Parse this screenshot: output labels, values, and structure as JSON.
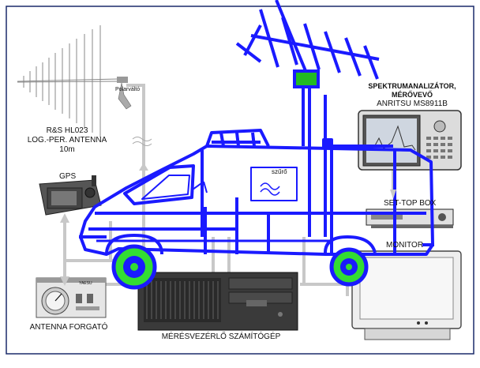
{
  "labels": {
    "antenna_line1": "R&S HL023",
    "antenna_line2": "LOG.-PER. ANTENNA",
    "antenna_line3": "10m",
    "polarizer": "Polarváltó",
    "gps": "GPS",
    "spectrum_line1": "SPEKTRUMANALIZÁTOR,",
    "spectrum_line2": "MÉRŐVEVŐ",
    "spectrum_line3": "ANRITSU MS8911B",
    "settop": "SET-TOP BOX",
    "monitor": "MONITOR",
    "filter": "szűrő",
    "rotator": "ANTENNA FORGATÓ",
    "computer": "MÉRÉSVEZÉRLŐ SZÁMÍTÓGÉP",
    "rotator_brand": "YAESU"
  },
  "colors": {
    "van": "#1a1aff",
    "wheel_fill": "#33dd33",
    "cable": "#c8c8c8",
    "frame": "#1a2a6a",
    "antenna_box": "#22bb22",
    "device_dark": "#3a3a3a"
  }
}
